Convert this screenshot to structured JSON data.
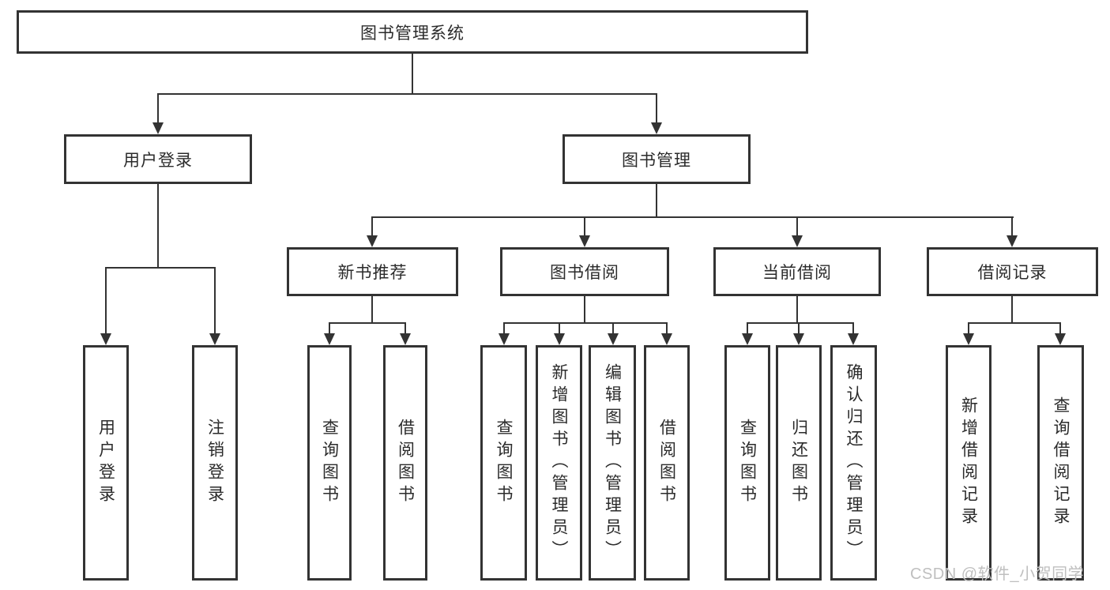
{
  "tree": {
    "root": "图书管理系统",
    "branches": [
      {
        "label": "用户登录",
        "children": [
          "用户登录",
          "注销登录"
        ]
      },
      {
        "label": "图书管理",
        "children": [
          {
            "label": "新书推荐",
            "children": [
              "查询图书",
              "借阅图书"
            ]
          },
          {
            "label": "图书借阅",
            "children": [
              "查询图书",
              "新增图书（管理员）",
              "编辑图书（管理员）",
              "借阅图书"
            ]
          },
          {
            "label": "当前借阅",
            "children": [
              "查询图书",
              "归还图书",
              "确认归还（管理员）"
            ]
          },
          {
            "label": "借阅记录",
            "children": [
              "新增借阅记录",
              "查询借阅记录"
            ]
          }
        ]
      }
    ]
  },
  "watermark": "CSDN @软件_小贺同学",
  "colors": {
    "line": "#333333",
    "box_border": "#333333",
    "text": "#2b2b2b",
    "watermark_text": "#bfbfbf",
    "background": "#ffffff"
  }
}
